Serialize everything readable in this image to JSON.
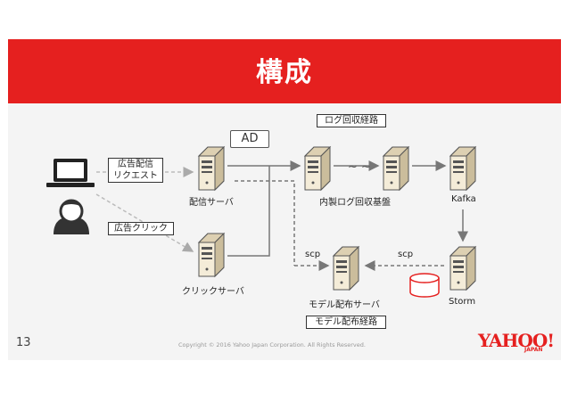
{
  "title": "構成",
  "nodes": {
    "delivery_server": "配信サーバ",
    "click_server": "クリックサーバ",
    "log_platform": "内製ログ回収基盤",
    "kafka": "Kafka",
    "storm": "Storm",
    "model_server": "モデル配布サーバ"
  },
  "edge_labels": {
    "ad_request": "広告配信\nリクエスト",
    "ad_click": "広告クリック",
    "ad": "AD",
    "scp_left": "scp",
    "scp_right": "scp"
  },
  "route_labels": {
    "log_route": "ログ回収経路",
    "model_route": "モデル配布経路"
  },
  "footer": {
    "page_number": "13",
    "copyright": "Copyright © 2016 Yahoo Japan Corporation. All Rights Reserved.",
    "logo": "YAHOO!",
    "logo_sub": "JAPAN"
  },
  "colors": {
    "accent": "#e5201f",
    "server": "#f1e6cf"
  }
}
